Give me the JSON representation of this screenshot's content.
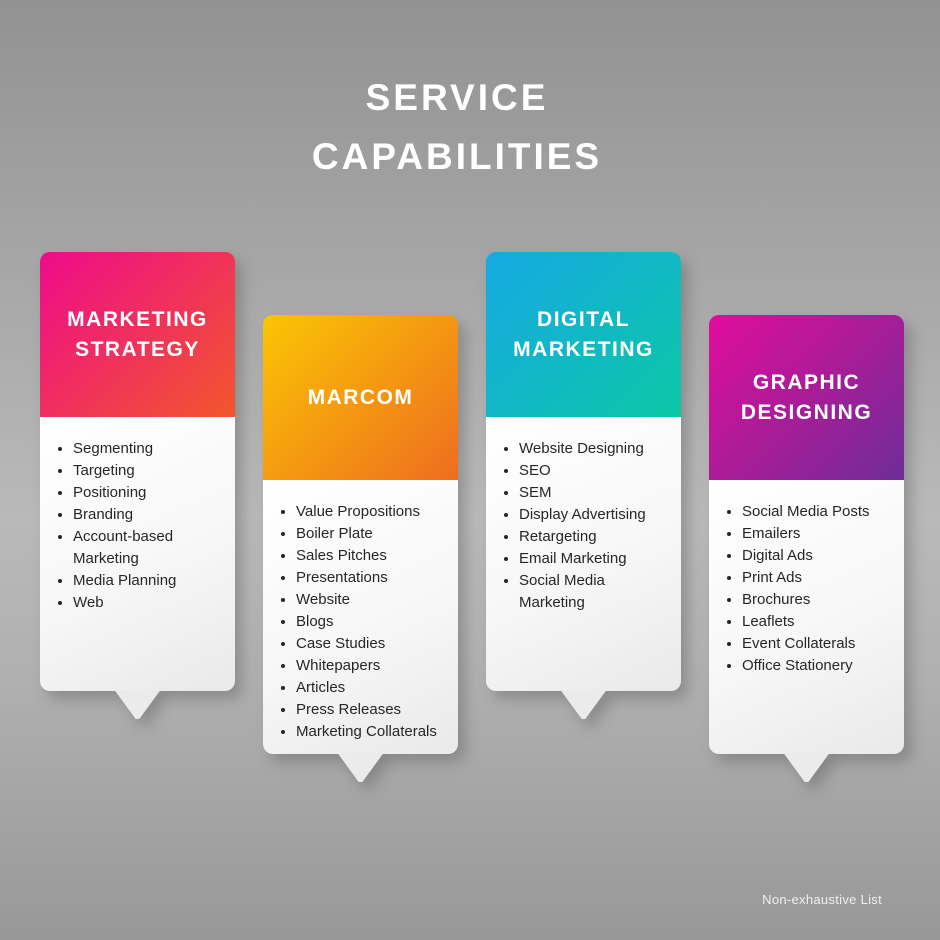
{
  "page": {
    "title_line1": "SERVICE",
    "title_line2": "CAPABILITIES",
    "footnote": "Non-exhaustive List"
  },
  "colors": {
    "background_top": "#929292",
    "background_middle": "#b9b9b9",
    "background_bottom": "#989898",
    "card_body": "#f5f5f5",
    "list_text": "#262626",
    "title_text": "#ffffff"
  },
  "cards": [
    {
      "title": "MARKETING STRATEGY",
      "gradient": [
        "#ee0b8c",
        "#f2562d"
      ],
      "items": [
        "Segmenting",
        "Targeting",
        "Positioning",
        "Branding",
        "Account-based Marketing",
        "Media Planning",
        "Web"
      ]
    },
    {
      "title": "MARCOM",
      "gradient": [
        "#fbc504",
        "#ee6d1f"
      ],
      "items": [
        "Value Propositions",
        "Boiler Plate",
        "Sales Pitches",
        "Presentations",
        "Website",
        "Blogs",
        "Case Studies",
        "Whitepapers",
        "Articles",
        "Press Releases",
        "Marketing Collaterals"
      ]
    },
    {
      "title": "DIGITAL MARKETING",
      "gradient": [
        "#16a9e4",
        "#0cc7a5"
      ],
      "items": [
        "Website Designing",
        "SEO",
        "SEM",
        "Display Advertising",
        "Retargeting",
        "Email Marketing",
        "Social Media Marketing"
      ]
    },
    {
      "title": "GRAPHIC DESIGNING",
      "gradient": [
        "#e20c9b",
        "#6e2d96"
      ],
      "items": [
        "Social Media Posts",
        "Emailers",
        "Digital Ads",
        "Print Ads",
        "Brochures",
        "Leaflets",
        "Event Collaterals",
        "Office Stationery"
      ]
    }
  ]
}
